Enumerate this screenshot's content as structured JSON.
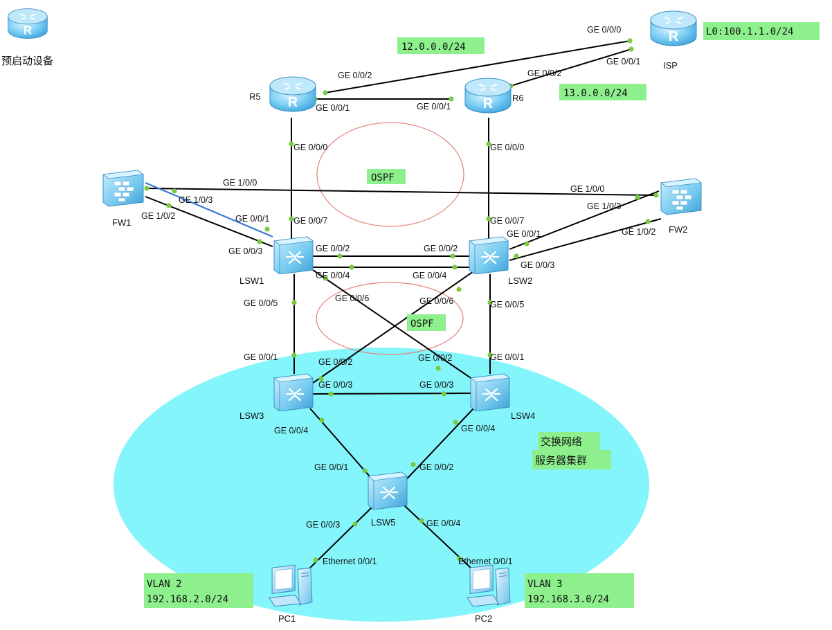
{
  "legend": {
    "predeploy_label": "预启动设备"
  },
  "areas": {
    "ospf_upper_label": "OSPF",
    "ospf_lower_label": "OSPF",
    "cluster_label_line1": "交换网络",
    "cluster_label_line2": "服务器集群"
  },
  "notes": {
    "net_12": "12.0.0.0/24",
    "net_13": "13.0.0.0/24",
    "isp_loopback": "L0:100.1.1.0/24",
    "vlan2_line1": "VLAN 2",
    "vlan2_line2": "192.168.2.0/24",
    "vlan3_line1": "VLAN 3",
    "vlan3_line2": "192.168.3.0/24"
  },
  "devices": [
    {
      "id": "isp",
      "type": "router",
      "label": "ISP"
    },
    {
      "id": "r5",
      "type": "router",
      "label": "R5"
    },
    {
      "id": "r6",
      "type": "router",
      "label": "R6"
    },
    {
      "id": "fw1",
      "type": "firewall",
      "label": "FW1"
    },
    {
      "id": "fw2",
      "type": "firewall",
      "label": "FW2"
    },
    {
      "id": "lsw1",
      "type": "switch",
      "label": "LSW1"
    },
    {
      "id": "lsw2",
      "type": "switch",
      "label": "LSW2"
    },
    {
      "id": "lsw3",
      "type": "switch",
      "label": "LSW3"
    },
    {
      "id": "lsw4",
      "type": "switch",
      "label": "LSW4"
    },
    {
      "id": "lsw5",
      "type": "switch",
      "label": "LSW5"
    },
    {
      "id": "pc1",
      "type": "pc",
      "label": "PC1"
    },
    {
      "id": "pc2",
      "type": "pc",
      "label": "PC2"
    }
  ],
  "links": [
    {
      "id": "isp-r5",
      "a": "isp",
      "a_port": "GE 0/0/0",
      "b": "r5",
      "b_port": "GE 0/0/2",
      "color": "#000000"
    },
    {
      "id": "isp-r6",
      "a": "isp",
      "a_port": "GE 0/0/1",
      "b": "r6",
      "b_port": "GE 0/0/2",
      "color": "#000000"
    },
    {
      "id": "r5-r6",
      "a": "r5",
      "a_port": "GE 0/0/1",
      "b": "r6",
      "b_port": "GE 0/0/1",
      "color": "#000000"
    },
    {
      "id": "r5-lsw1",
      "a": "r5",
      "a_port": "GE 0/0/0",
      "b": "lsw1",
      "b_port": "GE 0/0/7",
      "color": "#000000"
    },
    {
      "id": "r6-lsw2",
      "a": "r6",
      "a_port": "GE 0/0/0",
      "b": "lsw2",
      "b_port": "GE 0/0/7",
      "color": "#000000"
    },
    {
      "id": "fw1-fw2",
      "a": "fw1",
      "a_port": "GE 1/0/0",
      "b": "fw2",
      "b_port": "GE 1/0/0",
      "color": "#000000"
    },
    {
      "id": "fw1-lsw1a",
      "a": "fw1",
      "a_port": "GE 1/0/3",
      "b": "lsw1",
      "b_port": "GE 0/0/1",
      "color": "#3c78d8"
    },
    {
      "id": "fw1-lsw1b",
      "a": "fw1",
      "a_port": "GE 1/0/2",
      "b": "lsw1",
      "b_port": "GE 0/0/3",
      "color": "#000000"
    },
    {
      "id": "fw2-lsw2a",
      "a": "fw2",
      "a_port": "GE 1/0/3",
      "b": "lsw2",
      "b_port": "GE 0/0/1",
      "color": "#000000"
    },
    {
      "id": "fw2-lsw2b",
      "a": "fw2",
      "a_port": "GE 1/0/2",
      "b": "lsw2",
      "b_port": "GE 0/0/3",
      "color": "#000000"
    },
    {
      "id": "lsw1-lsw2a",
      "a": "lsw1",
      "a_port": "GE 0/0/2",
      "b": "lsw2",
      "b_port": "GE 0/0/2",
      "color": "#000000"
    },
    {
      "id": "lsw1-lsw2b",
      "a": "lsw1",
      "a_port": "GE 0/0/4",
      "b": "lsw2",
      "b_port": "GE 0/0/4",
      "color": "#000000"
    },
    {
      "id": "lsw1-lsw3",
      "a": "lsw1",
      "a_port": "GE 0/0/5",
      "b": "lsw3",
      "b_port": "GE 0/0/1",
      "color": "#000000"
    },
    {
      "id": "lsw1-lsw4",
      "a": "lsw1",
      "a_port": "GE 0/0/6",
      "b": "lsw4",
      "b_port": "GE 0/0/2",
      "color": "#000000"
    },
    {
      "id": "lsw2-lsw3",
      "a": "lsw2",
      "a_port": "GE 0/0/6",
      "b": "lsw3",
      "b_port": "GE 0/0/2",
      "color": "#000000"
    },
    {
      "id": "lsw2-lsw4",
      "a": "lsw2",
      "a_port": "GE 0/0/5",
      "b": "lsw4",
      "b_port": "GE 0/0/1",
      "color": "#000000"
    },
    {
      "id": "lsw3-lsw4",
      "a": "lsw3",
      "a_port": "GE 0/0/3",
      "b": "lsw4",
      "b_port": "GE 0/0/3",
      "color": "#000000"
    },
    {
      "id": "lsw3-lsw5",
      "a": "lsw3",
      "a_port": "GE 0/0/4",
      "b": "lsw5",
      "b_port": "GE 0/0/1",
      "color": "#000000"
    },
    {
      "id": "lsw4-lsw5",
      "a": "lsw4",
      "a_port": "GE 0/0/4",
      "b": "lsw5",
      "b_port": "GE 0/0/2",
      "color": "#000000"
    },
    {
      "id": "lsw5-pc1",
      "a": "lsw5",
      "a_port": "GE 0/0/3",
      "b": "pc1",
      "b_port": "Ethernet 0/0/1",
      "color": "#000000"
    },
    {
      "id": "lsw5-pc2",
      "a": "lsw5",
      "a_port": "GE 0/0/4",
      "b": "pc2",
      "b_port": "Ethernet 0/0/1",
      "color": "#000000"
    }
  ],
  "colors": {
    "cluster_fill": "#84f5fb",
    "ospf_ring": "#e8827a",
    "note_fill": "#8df08d",
    "port_dot": "#7ac943",
    "device_blue": "#7fd0f5"
  }
}
